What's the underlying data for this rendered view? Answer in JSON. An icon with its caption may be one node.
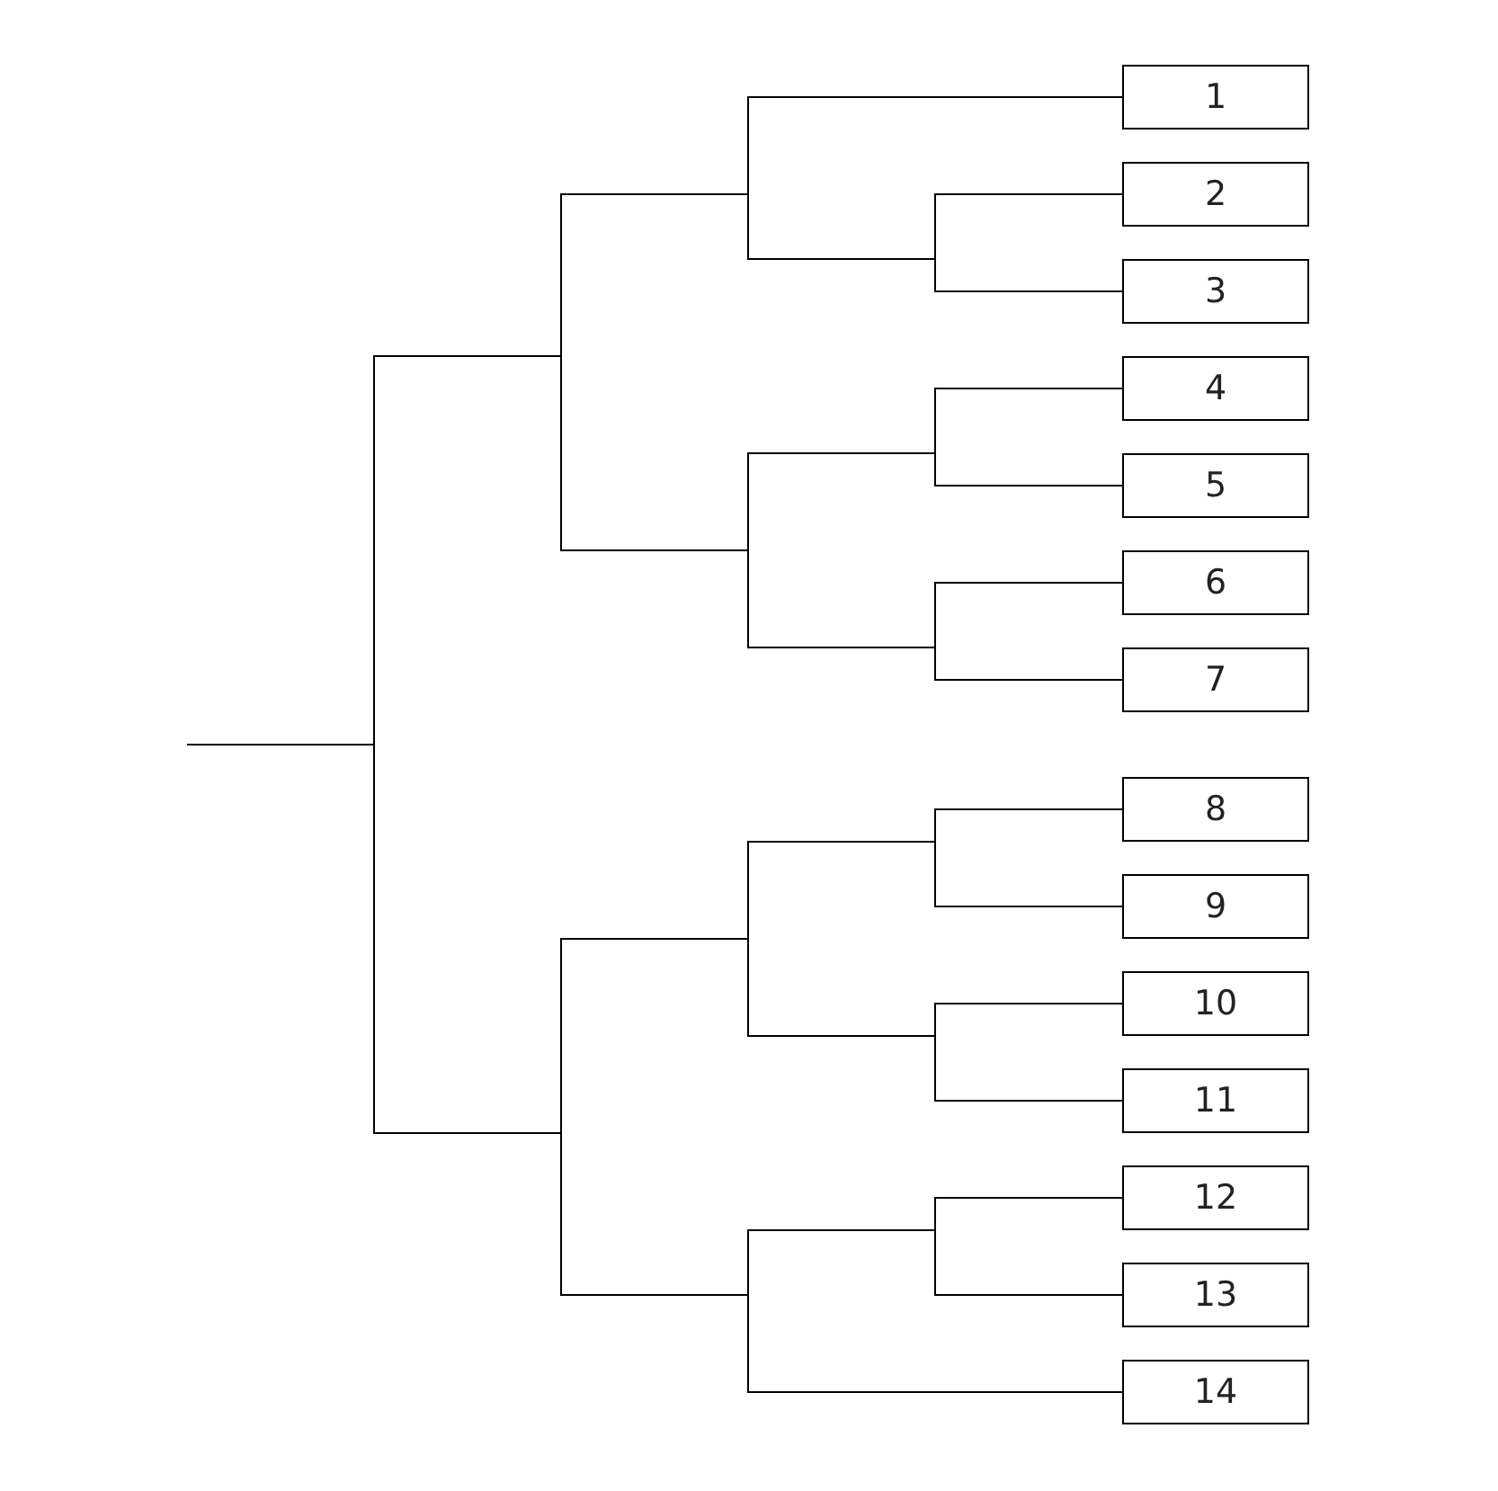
{
  "diagram": {
    "nodes": [
      {
        "text": [
          "1"
        ]
      },
      {
        "text": [
          "2"
        ]
      },
      {
        "text": [
          "3"
        ]
      },
      {
        "text": [
          "4"
        ]
      },
      {
        "text": [
          "5"
        ]
      },
      {
        "text": [
          "6"
        ]
      },
      {
        "text": [
          "7"
        ]
      },
      {
        "text": [
          "8"
        ]
      },
      {
        "text": [
          "9"
        ]
      },
      {
        "text": [
          "10"
        ]
      },
      {
        "text": [
          "11"
        ]
      },
      {
        "text": [
          "12"
        ]
      },
      {
        "text": [
          "13"
        ]
      },
      {
        "text": [
          "14"
        ]
      }
    ],
    "edges": [
      {
        "from": null,
        "to": 0,
        "arrow": "none"
      },
      {
        "from": null,
        "to": 1,
        "arrow": "none"
      },
      {
        "from": null,
        "to": 2,
        "arrow": "none"
      },
      {
        "from": null,
        "to": 3,
        "arrow": "none"
      },
      {
        "from": null,
        "to": 4,
        "arrow": "none"
      },
      {
        "from": null,
        "to": 5,
        "arrow": "none"
      },
      {
        "from": null,
        "to": 6,
        "arrow": "none"
      },
      {
        "from": null,
        "to": 7,
        "arrow": "none"
      },
      {
        "from": null,
        "to": 8,
        "arrow": "none"
      },
      {
        "from": null,
        "to": 9,
        "arrow": "none"
      },
      {
        "from": null,
        "to": 10,
        "arrow": "none"
      },
      {
        "from": null,
        "to": 11,
        "arrow": "none"
      },
      {
        "from": null,
        "to": 12,
        "arrow": "none"
      },
      {
        "from": null,
        "to": 13,
        "arrow": "none"
      }
    ]
  }
}
